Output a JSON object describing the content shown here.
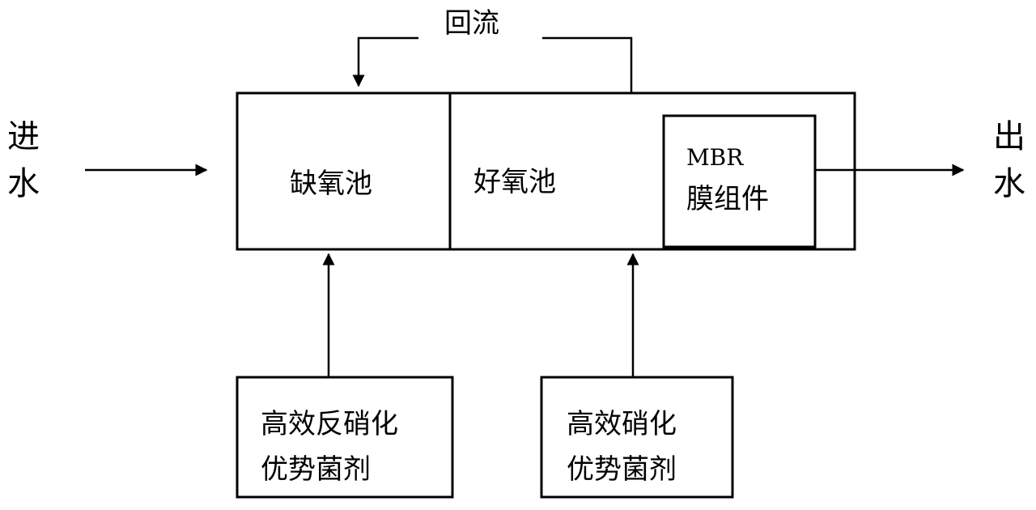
{
  "labels": {
    "inflow_line1": "进",
    "inflow_line2": "水",
    "outflow_line1": "出",
    "outflow_line2": "水",
    "reflux": "回流",
    "anoxic_tank": "缺氧池",
    "aerobic_tank": "好氧池",
    "mbr_line1": "MBR",
    "mbr_line2": "膜组件",
    "agent_left_line1": "高效反硝化",
    "agent_left_line2": "优势菌剂",
    "agent_right_line1": "高效硝化",
    "agent_right_line2": "优势菌剂"
  },
  "colors": {
    "stroke": "#000000",
    "background": "#ffffff"
  }
}
